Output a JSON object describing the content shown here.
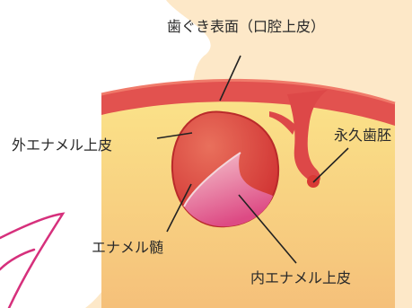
{
  "labels": {
    "gingival_surface": "歯ぐき表面（口腔上皮）",
    "outer_enamel_epithelium": "外エナメル上皮",
    "permanent_tooth_germ": "永久歯胚",
    "enamel_pulp": "エナメル髄",
    "inner_enamel_epithelium": "内エナメル上皮"
  },
  "colors": {
    "backdrop": "#fde8c8",
    "tissue_light": "#fbe58a",
    "tissue_warm": "#f5c07a",
    "gum_band": "#e2524f",
    "germ_outer": "#d83a35",
    "germ_inner": "#e86b5c",
    "pulp_light": "#f2b3c1",
    "pulp_deep": "#e04f86",
    "stroke_pink": "#d6307c",
    "leader": "#222222"
  }
}
